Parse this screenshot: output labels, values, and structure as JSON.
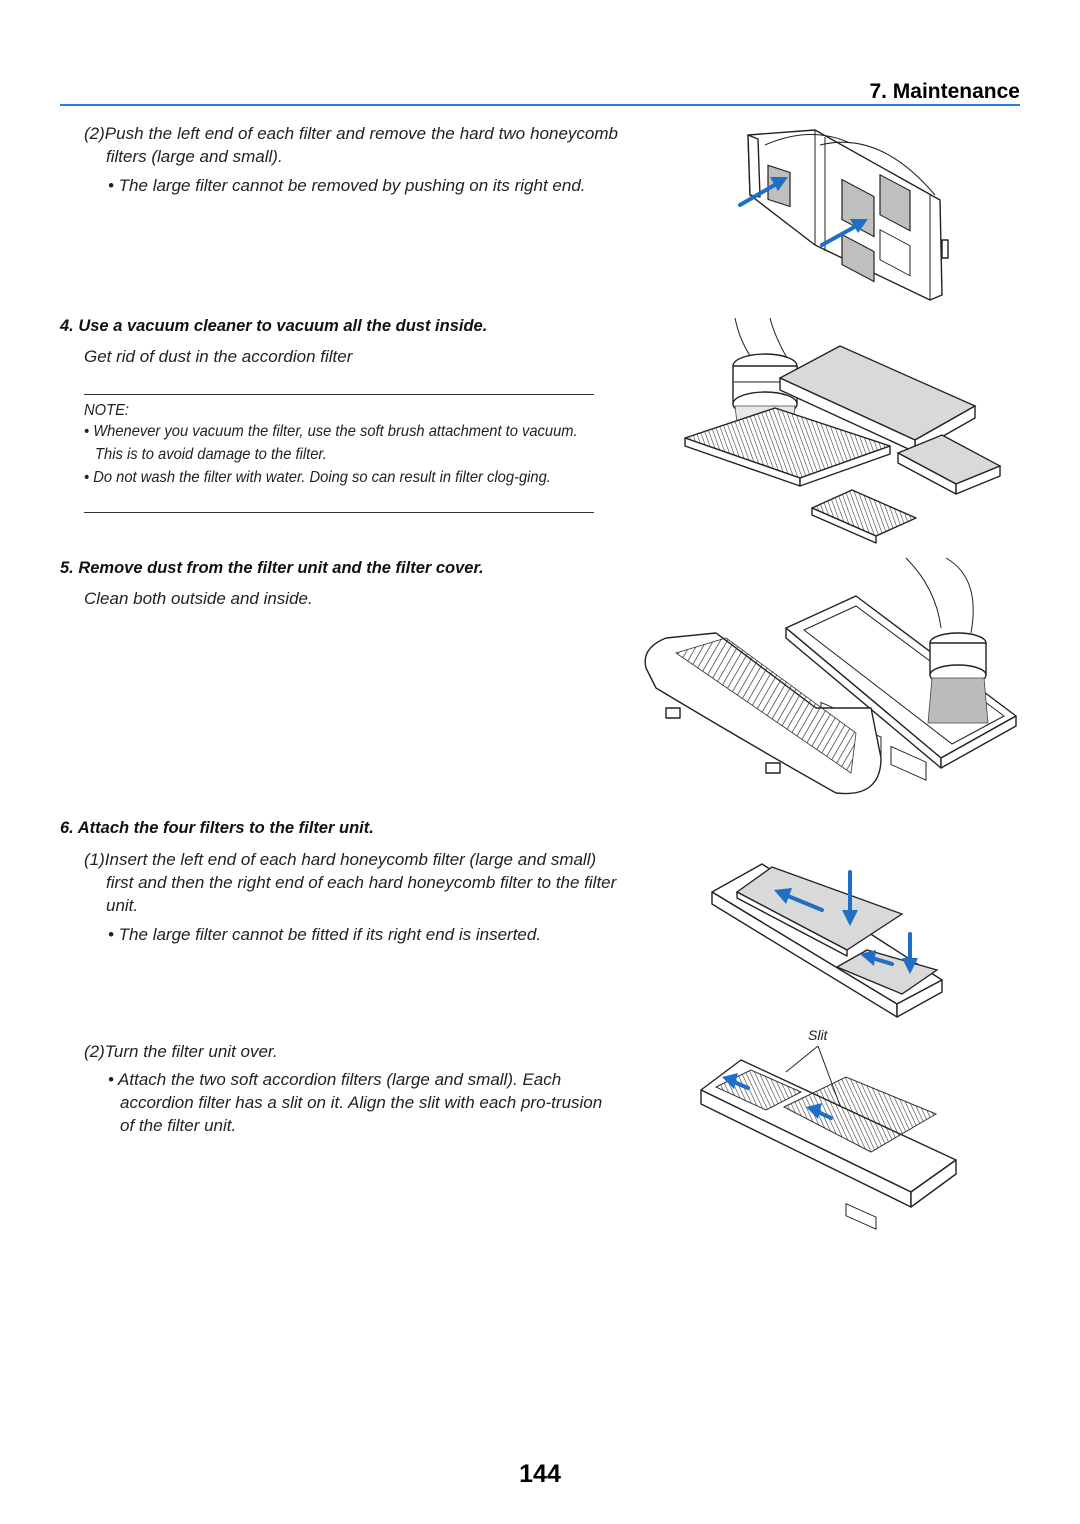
{
  "header": {
    "section_title": "7. Maintenance"
  },
  "step3_sub2": {
    "text": "(2)Push the left end of each filter and remove the hard two honeycomb filters (large and small).",
    "bullet": "• The large filter cannot be removed by pushing on its right end."
  },
  "step4": {
    "heading": "4. Use a vacuum cleaner to vacuum all the dust inside.",
    "body": "Get rid of dust in the accordion filter"
  },
  "note": {
    "label": "NOTE:",
    "items": [
      "• Whenever you vacuum the filter, use the soft brush attachment to vacuum. This is to avoid damage to the filter.",
      "• Do not wash the filter with water. Doing so can result in filter clog-ging."
    ]
  },
  "step5": {
    "heading": "5. Remove dust from the filter unit and the filter cover.",
    "body": "Clean both outside and inside."
  },
  "step6": {
    "heading": "6. Attach the four filters to the filter unit.",
    "sub1": "(1)Insert the left end of each hard honeycomb filter (large and small) first and then the right end of each hard honeycomb filter to the filter unit.",
    "sub1_bullet": "• The large filter cannot be fitted if its right end is inserted.",
    "sub2": "(2)Turn the filter unit over.",
    "sub2_bullet": "• Attach the two soft accordion filters (large and small). Each accordion filter has a slit on it. Align the slit with each pro-trusion of the filter unit."
  },
  "figure_labels": {
    "slit": "Slit"
  },
  "page_number": "144",
  "colors": {
    "accent_blue": "#1f6fc5",
    "rule_blue": "#2a7fd4"
  }
}
